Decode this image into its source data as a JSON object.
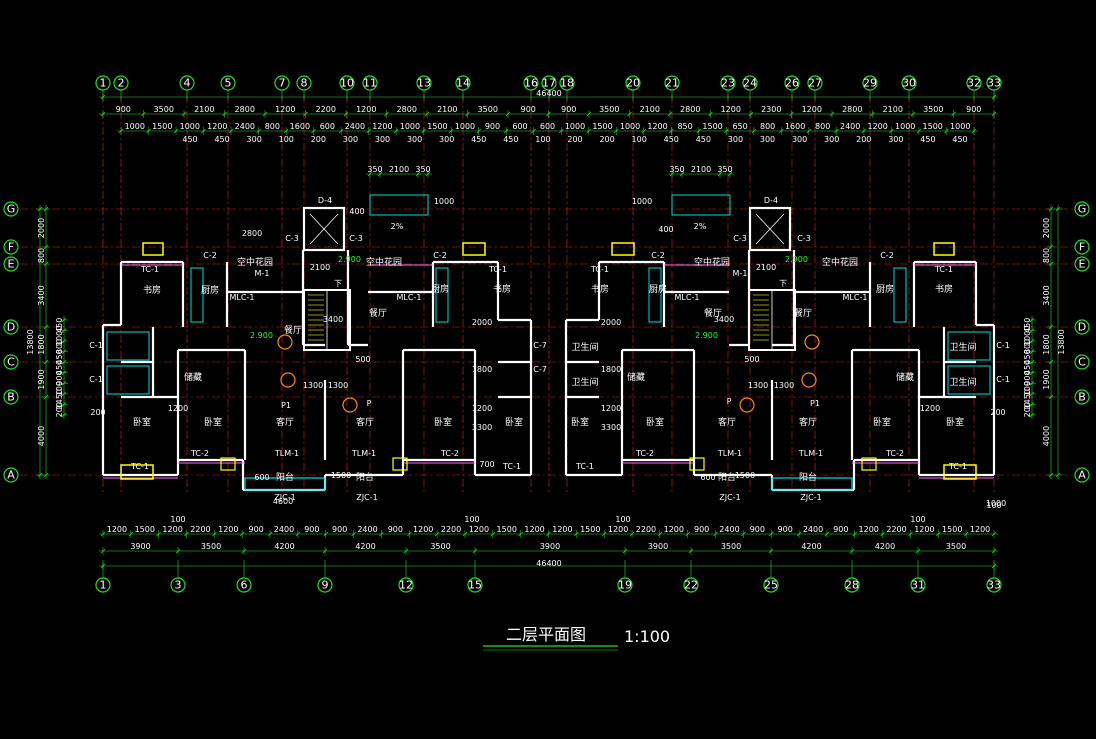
{
  "colors": {
    "background": "#000000",
    "wall": "#ffffff",
    "dimension": "#22dd22",
    "axis_line": "#dd2222",
    "window": "#ff66ff",
    "fixture": "#00dddd",
    "balcony": "#ffff00",
    "level": "#22ff22",
    "column": "#ff8800"
  },
  "drawing": {
    "title": "二层平面图",
    "scale": "1:100"
  },
  "axes": {
    "top": [
      "1",
      "2",
      "4",
      "5",
      "7",
      "8",
      "10",
      "11",
      "13",
      "14",
      "16",
      "17",
      "18",
      "20",
      "21",
      "23",
      "24",
      "26",
      "27",
      "29",
      "30",
      "32",
      "33"
    ],
    "bottom": [
      "1",
      "3",
      "6",
      "9",
      "12",
      "15",
      "19",
      "22",
      "25",
      "28",
      "31",
      "33"
    ],
    "side": [
      "G",
      "F",
      "E",
      "D",
      "C",
      "B",
      "A"
    ]
  },
  "dimensions": {
    "top_total": "46400",
    "top_row1": [
      "900",
      "3500",
      "2100",
      "2800",
      "1200",
      "2200",
      "1200",
      "2800",
      "2100",
      "3500",
      "900",
      "900",
      "3500",
      "2100",
      "2800",
      "1200",
      "2300",
      "1200",
      "2800",
      "2100",
      "3500",
      "900"
    ],
    "top_row2": [
      "1000",
      "1500",
      "1000",
      "1200",
      "2400",
      "800",
      "1600",
      "600",
      "2400",
      "1200",
      "1000",
      "1500",
      "1000",
      "900",
      "600",
      "600",
      "1000",
      "1500",
      "1000",
      "1200",
      "850",
      "1500",
      "650",
      "800",
      "1600",
      "800",
      "2400",
      "1200",
      "1000",
      "1500",
      "1000"
    ],
    "top_row3": [
      "450",
      "450",
      "300",
      "100",
      "200",
      "300",
      "300",
      "300",
      "300",
      "450",
      "450",
      "100",
      "200",
      "200",
      "100",
      "450",
      "450",
      "300",
      "300",
      "300",
      "300",
      "200",
      "300",
      "450",
      "450"
    ],
    "stair_top": [
      "350",
      "2100",
      "350"
    ],
    "bottom_row1": [
      "1200",
      "1500",
      "1200",
      "2200",
      "1200",
      "900",
      "2400",
      "900",
      "900",
      "2400",
      "900",
      "1200",
      "2200",
      "1200",
      "1500",
      "1200",
      "1200",
      "1500",
      "1200",
      "2200",
      "1200",
      "900",
      "2400",
      "900",
      "900",
      "2400",
      "900",
      "1200",
      "2200",
      "1200",
      "1500",
      "1200"
    ],
    "bottom_row2": [
      "3900",
      "3500",
      "4200",
      "4200",
      "3500",
      "3900",
      "3900",
      "3500",
      "4200",
      "4200",
      "3500",
      "3900"
    ],
    "bottom_small": [
      "100",
      "100",
      "100",
      "100",
      "100"
    ],
    "bottom_total": "46400",
    "left_outer": [
      "2000",
      "800",
      "3400",
      "1800",
      "1900",
      "4000"
    ],
    "left_total": "13800",
    "left_inner": [
      "450",
      "1000",
      "800",
      "450",
      "450",
      "900",
      "100",
      "1450",
      "200"
    ],
    "right_outer": [
      "2000",
      "800",
      "3400",
      "1800",
      "1900",
      "4000"
    ],
    "right_total": "13800",
    "right_inner": [
      "450",
      "1000",
      "800",
      "450",
      "450",
      "900",
      "100",
      "1450",
      "200"
    ]
  },
  "rooms": {
    "study": "书房",
    "kitchen": "厨房",
    "dining": "餐厅",
    "living": "客厅",
    "bedroom": "卧室",
    "master_bedroom": "卧室",
    "bathroom": "卫生间",
    "balcony": "阳台",
    "storage": "储藏",
    "ac": "空中花园"
  },
  "tags": {
    "tc1": "TC-1",
    "tc2": "TC-2",
    "c1": "C-1",
    "c2": "C-2",
    "c3": "C-3",
    "c4": "D-4",
    "c7": "C-7",
    "mlc1": "MLC-1",
    "tlm1": "TLM-1",
    "zjc1": "ZJC-1",
    "m1": "M-1",
    "level": "2.900",
    "slope": "2%",
    "up": "下",
    "stair_w": "2800",
    "stair_3400": "3400",
    "stair_500": "500",
    "stair_2100": "2100",
    "stair_1000": "1000",
    "stair_400": "400",
    "corr_1300": "1300",
    "bal_4600": "4600",
    "bal_600": "600",
    "bal_1500": "1500",
    "p1": "P1",
    "pr": "P",
    "d1": "2000",
    "d2": "3300",
    "d3": "1800",
    "d4": "1200",
    "d5": "700",
    "d6": "1000",
    "d7": "200"
  }
}
